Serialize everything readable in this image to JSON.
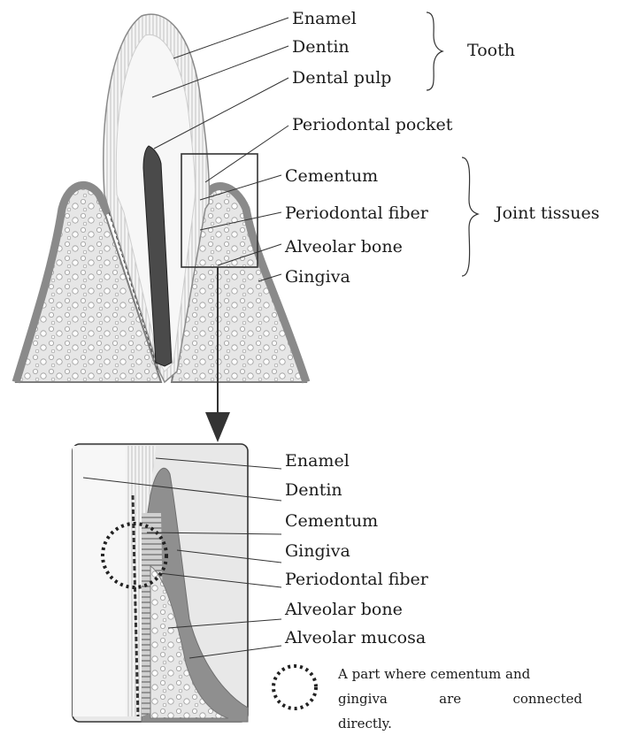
{
  "overview": {
    "labels": {
      "enamel": "Enamel",
      "dentin": "Dentin",
      "dental_pulp": "Dental pulp",
      "periodontal_pocket": "Periodontal pocket",
      "cementum": "Cementum",
      "periodontal_fiber": "Periodontal fiber",
      "alveolar_bone": "Alveolar bone",
      "gingiva": "Gingiva"
    },
    "groups": {
      "tooth": "Tooth",
      "joint_tissues": "Joint tissues"
    }
  },
  "detail": {
    "labels": {
      "enamel": "Enamel",
      "dentin": "Dentin",
      "cementum": "Cementum",
      "gingiva": "Gingiva",
      "periodontal_fiber": "Periodontal fiber",
      "alveolar_bone": "Alveolar bone",
      "alveolar_mucosa": "Alveolar mucosa"
    }
  },
  "legend": {
    "line1": "A part where cementum and",
    "line2_a": "gingiva",
    "line2_b": "are",
    "line2_c": "connected",
    "line3": "directly."
  },
  "colors": {
    "outline": "#2a2a2a",
    "gingiva": "#8a8a8a",
    "bone": "#d9d9d9",
    "enamel": "#f2f2f2",
    "pulp": "#444444"
  }
}
